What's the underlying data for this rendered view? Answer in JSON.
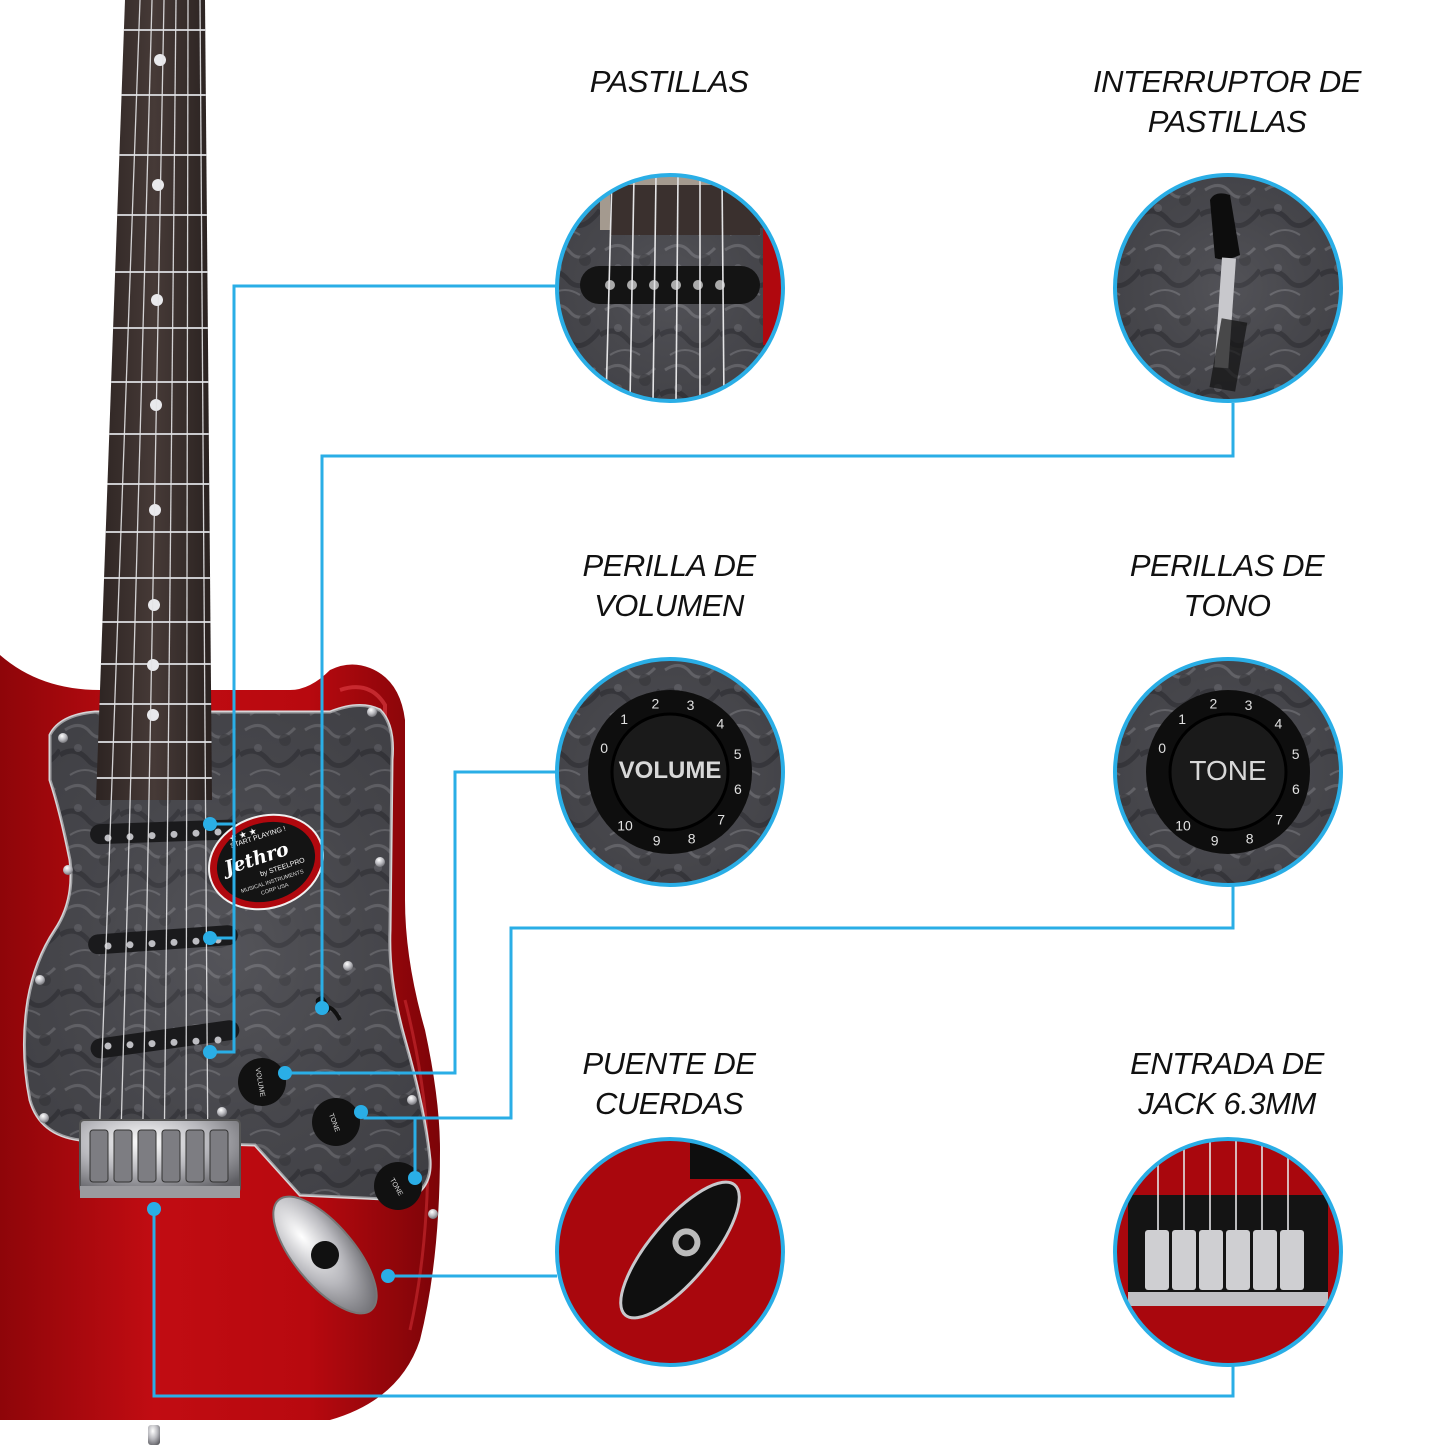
{
  "labels": {
    "pickups": [
      "PASTILLAS"
    ],
    "pickup_switch": [
      "INTERRUPTOR DE",
      "PASTILLAS"
    ],
    "volume_knob": [
      "PERILLA DE",
      "VOLUMEN"
    ],
    "tone_knobs": [
      "PERILLAS DE",
      "TONO"
    ],
    "bridge": [
      "PUENTE DE",
      "CUERDAS"
    ],
    "jack": [
      "ENTRADA DE",
      "JACK 6.3MM"
    ]
  },
  "guitar_logo": {
    "tagline": "START PLAYING !",
    "brand": "Jethro",
    "by": "by STEELPRO",
    "sub1": "MUSICAL INSTRUMENTS",
    "sub2": "CORP USA"
  },
  "knobs": {
    "volume": "VOLUME",
    "tone": "TONE",
    "scale": [
      "0",
      "1",
      "2",
      "3",
      "4",
      "5",
      "6",
      "7",
      "8",
      "9",
      "10"
    ]
  },
  "colors": {
    "body": "#b0080e",
    "fretboard": "#3a302e",
    "pickguard": "#4a4a4e",
    "callout_line": "#2aaee6"
  }
}
